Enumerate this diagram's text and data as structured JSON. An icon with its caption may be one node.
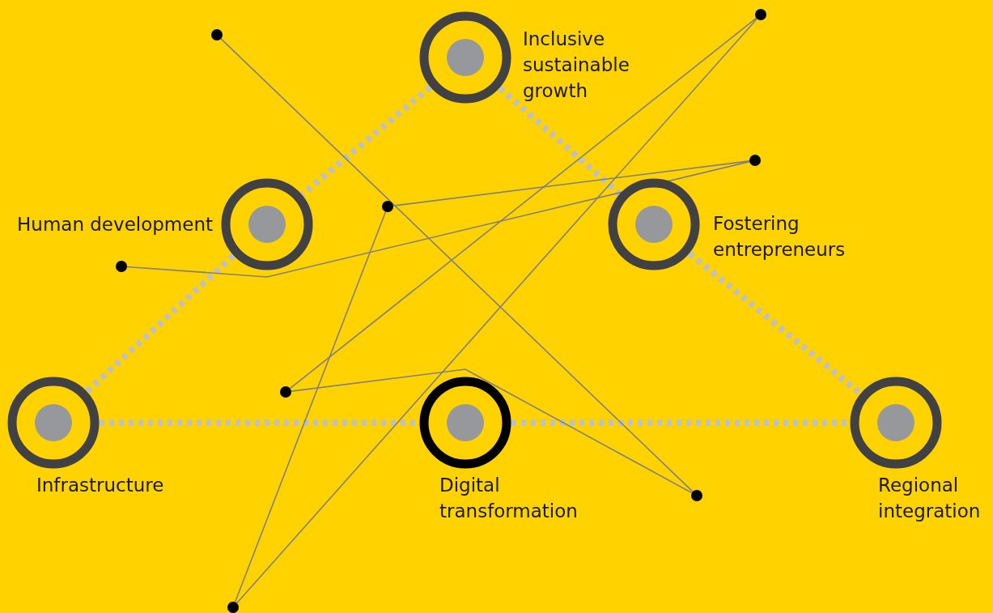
{
  "diagram": {
    "nodes": [
      {
        "text": [
          "Inclusive sustainable growth"
        ]
      },
      {
        "text": [
          "Human development"
        ]
      },
      {
        "text": [
          "Fostering entrepreneurs"
        ]
      },
      {
        "text": [
          "Infrastructure"
        ]
      },
      {
        "text": [
          "Digital transformation"
        ]
      },
      {
        "text": [
          "Regional integration"
        ]
      },
      {
        "text": [],
        "shape": "circle"
      },
      {
        "text": [],
        "shape": "circle"
      },
      {
        "text": [],
        "shape": "circle"
      },
      {
        "text": [],
        "shape": "circle"
      },
      {
        "text": [],
        "shape": "circle"
      },
      {
        "text": [],
        "shape": "circle"
      },
      {
        "text": [],
        "shape": "circle"
      },
      {
        "text": [],
        "shape": "circle"
      }
    ],
    "edges": [
      {
        "from": 0,
        "to": 1,
        "arrow": "none",
        "style": "dashed",
        "color": "#c0c0c0"
      },
      {
        "from": 0,
        "to": 2,
        "arrow": "none",
        "style": "dashed",
        "color": "#c0c0c0"
      },
      {
        "from": 1,
        "to": 3,
        "arrow": "none",
        "style": "dashed",
        "color": "#c0c0c0"
      },
      {
        "from": 2,
        "to": 5,
        "arrow": "none",
        "style": "dashed",
        "color": "#c0c0c0"
      },
      {
        "from": 3,
        "to": 4,
        "arrow": "none",
        "style": "dashed",
        "color": "#c0c0c0"
      },
      {
        "from": 4,
        "to": 5,
        "arrow": "none",
        "style": "dashed",
        "color": "#c0c0c0"
      },
      {
        "from": 6,
        "to": 12,
        "arrow": "none"
      },
      {
        "from": 7,
        "to": 11,
        "arrow": "none"
      },
      {
        "from": 7,
        "to": 13,
        "arrow": "none"
      },
      {
        "from": 8,
        "to": 9,
        "arrow": "none"
      },
      {
        "from": 8,
        "to": 10,
        "arrow": "none"
      },
      {
        "from": 9,
        "to": 13,
        "arrow": "none"
      },
      {
        "from": 11,
        "to": 12,
        "arrow": "none"
      }
    ]
  }
}
